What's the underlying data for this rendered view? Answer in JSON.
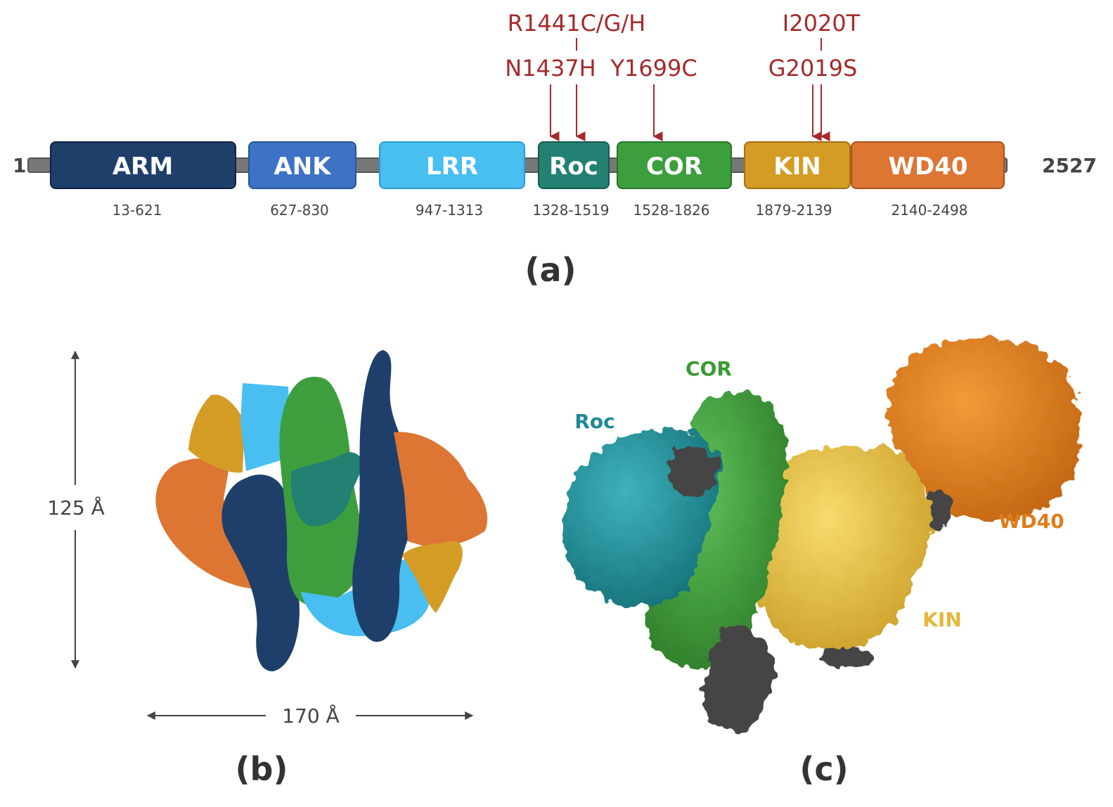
{
  "panel_a": {
    "start_residue": "1",
    "end_residue": "2527",
    "domains": [
      {
        "label": "ARM",
        "range": "13-621",
        "color": "#1f3f6b"
      },
      {
        "label": "ANK",
        "range": "627-830",
        "color": "#3e72c4"
      },
      {
        "label": "LRR",
        "range": "947-1313",
        "color": "#48bff0"
      },
      {
        "label": "Roc",
        "range": "1328-1519",
        "color": "#228173"
      },
      {
        "label": "COR",
        "range": "1528-1826",
        "color": "#3d9e3d"
      },
      {
        "label": "KIN",
        "range": "1879-2139",
        "color": "#d49c25"
      },
      {
        "label": "WD40",
        "range": "2140-2498",
        "color": "#dd7533"
      }
    ],
    "mutations": {
      "r1441": "R1441C/G/H",
      "n1437": "N1437H",
      "y1699": "Y1699C",
      "i2020": "I2020T",
      "g2019": "G2019S"
    },
    "mutation_color": "#a52a2a",
    "caption": "(a)"
  },
  "panel_b": {
    "height_label": "125 Å",
    "width_label": "170 Å",
    "caption": "(b)"
  },
  "panel_c": {
    "labels": {
      "cor": "COR",
      "roc": "Roc",
      "wd40": "WD40",
      "kin": "KIN"
    },
    "colors": {
      "cor": "#3a9a34",
      "roc": "#1d8a94",
      "wd40": "#e07b1c",
      "kin": "#e3b83b",
      "linker": "#444444"
    },
    "caption": "(c)"
  }
}
